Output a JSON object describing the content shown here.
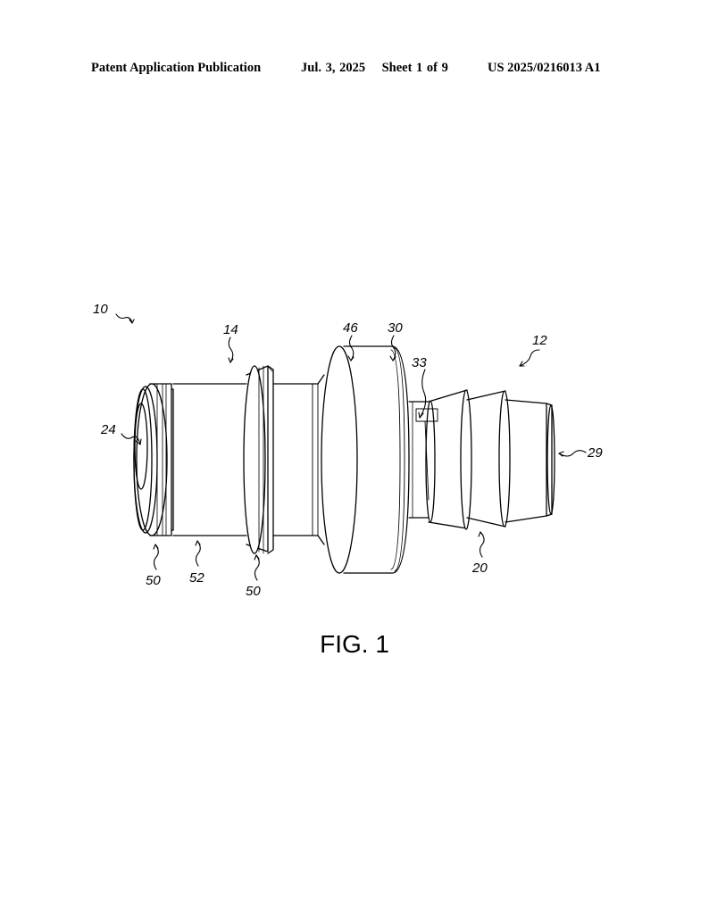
{
  "header": {
    "left": "Patent Application Publication",
    "middle": "Jul. 3, 2025    Sheet 1 of 9",
    "right": "US 2025/0216013 A1"
  },
  "figure": {
    "label": "FIG. 1",
    "reference_numerals": {
      "ref_10": "10",
      "ref_14": "14",
      "ref_46": "46",
      "ref_30": "30",
      "ref_12": "12",
      "ref_33": "33",
      "ref_24": "24",
      "ref_29": "29",
      "ref_50a": "50",
      "ref_52": "52",
      "ref_50b": "50",
      "ref_20": "20"
    }
  }
}
